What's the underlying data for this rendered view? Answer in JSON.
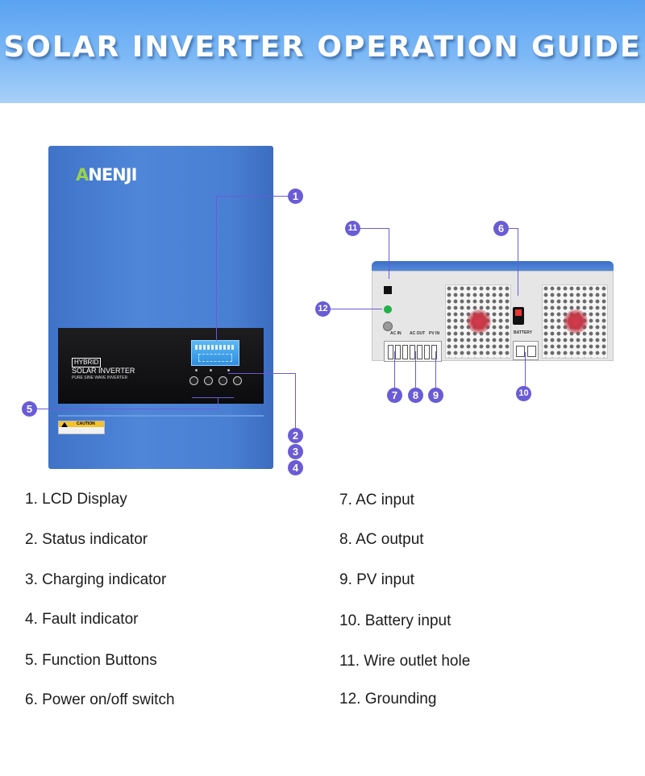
{
  "header": {
    "title": "SOLAR INVERTER OPERATION GUIDE"
  },
  "front_view": {
    "brand": "ANENJI",
    "brand_first_letter": "A",
    "brand_rest": "NENJI",
    "model_tag": "HYBRID",
    "model_name": "SOLAR INVERTER",
    "model_sub": "PURE SINE WAVE INVERTER",
    "caution_label": "CAUTION"
  },
  "side_view": {
    "battery_label": "BATTERY",
    "ac_in_label": "AC IN",
    "ac_out_label": "AC OUT",
    "pv_in_label": "PV IN"
  },
  "markers": [
    "1",
    "2",
    "3",
    "4",
    "5",
    "6",
    "7",
    "8",
    "9",
    "10",
    "11",
    "12"
  ],
  "legend": {
    "left": [
      "1. LCD Display",
      "2. Status indicator",
      "3. Charging indicator",
      "4. Fault indicator",
      "5. Function Buttons",
      "6. Power on/off switch"
    ],
    "right": [
      "7. AC input",
      "8. AC output",
      "9. PV input",
      "10. Battery input",
      "11. Wire outlet hole",
      "12. Grounding"
    ]
  },
  "colors": {
    "accent": "#6a5bd6",
    "header_blue": "#5aa3f2",
    "inverter_blue": "#4a80d3"
  }
}
